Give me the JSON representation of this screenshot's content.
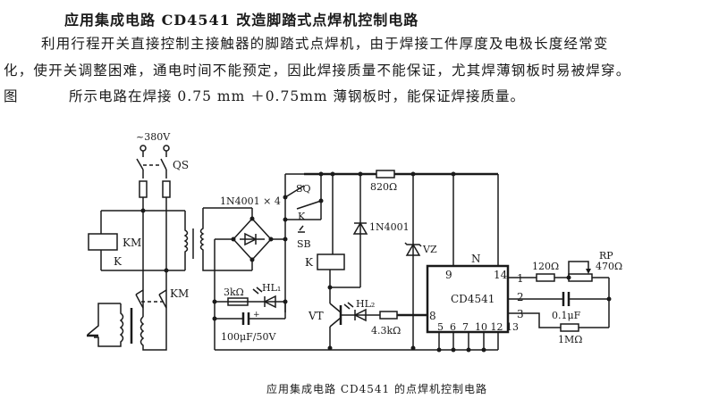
{
  "document": {
    "title": "应用集成电路 CD4541 改造脚踏式点焊机控制电路",
    "paragraph_line1": "利用行程开关直接控制主接触器的脚踏式点焊机，由于焊接工件厚度及电极长度经常变",
    "paragraph_line2": "化，使开关调整困难，通电时间不能预定，因此焊接质量不能保证，尤其焊薄钢板时易被焊穿。",
    "paragraph_line3_prefix": "图",
    "paragraph_line3": "所示电路在焊接 0.75 mm ＋0.75mm 薄钢板时，能保证焊接质量。",
    "figure_caption": "应用集成电路 CD4541 的点焊机控制电路"
  },
  "circuit": {
    "labels": {
      "supply": "~380V",
      "switch_qs": "QS",
      "contactor_coil": "KM",
      "relay_contact_k_left": "K",
      "contactor_contact": "KM",
      "bridge": "1N4001 × 4",
      "sq": "SQ",
      "k_contact": "K",
      "sb": "SB",
      "relay_k": "K",
      "r_820": "820Ω",
      "diode_1n4001": "1N4001",
      "zener": "VZ",
      "r_3k": "3kΩ",
      "led1": "HL₁",
      "cap_100u": "100μF/50V",
      "cap_plus": "+",
      "transistor": "VT",
      "led2": "HL₂",
      "r_4k3": "4.3kΩ",
      "ic_name": "CD4541",
      "ic_ref": "N",
      "pin9": "9",
      "pin14": "14",
      "pin1": "1",
      "pin2": "2",
      "pin3": "3",
      "pin8": "8",
      "pins_bottom": "5  6  7  10 12 13",
      "r_120": "120Ω",
      "rp": "RP",
      "rp_value": "470Ω",
      "cap_01u": "0.1μF",
      "r_1m": "1MΩ"
    }
  }
}
